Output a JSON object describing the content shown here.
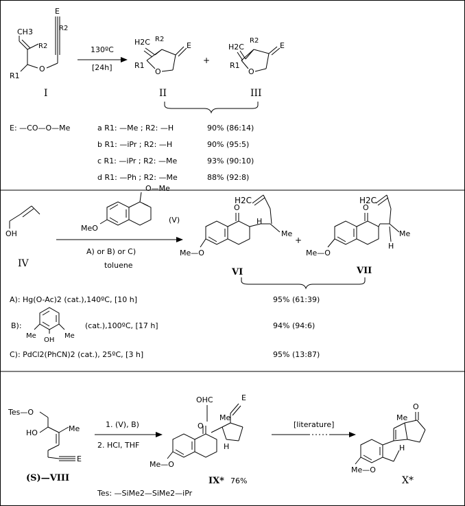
{
  "scheme1": {
    "reactant": {
      "label": "I",
      "ch3": "CH3",
      "r2": "R2",
      "e": "E",
      "r1": "R1",
      "o": "O"
    },
    "conditions": {
      "temp": "130ºC",
      "time": "[24h]"
    },
    "product_II": {
      "label": "II",
      "h2c": "H2C",
      "r2": "R2",
      "e": "E",
      "r1": "R1",
      "o": "O"
    },
    "plus": "+",
    "product_III": {
      "label": "III",
      "h2c": "H2C",
      "r2": "R2",
      "e": "E",
      "r1": "R1",
      "o": "O"
    },
    "e_def": "E: —CO—O—Me",
    "entries": [
      {
        "text": "a R1: —Me ; R2: —H",
        "yield": "90% (86:14)"
      },
      {
        "text": "b R1: —iPr ; R2: —H",
        "yield": "90% (95:5)"
      },
      {
        "text": "c R1: —iPr ; R2: —Me",
        "yield": "93% (90:10)"
      },
      {
        "text": "d R1: —Ph ; R2: —Me",
        "yield": "88% (92:8)"
      }
    ]
  },
  "scheme2": {
    "reactant_IV": {
      "label": "IV",
      "oh": "OH"
    },
    "reagent_V": {
      "label": "(V)",
      "ome_top": "O—Me",
      "meo": "MeO"
    },
    "conditions": {
      "line1": "A) or B) or C)",
      "line2": "toluene"
    },
    "product_VI": {
      "label": "VI",
      "h2c": "H2C",
      "o": "O",
      "h": "H",
      "me": "Me",
      "meo": "Me—O"
    },
    "plus": "+",
    "product_VII": {
      "label": "VII",
      "h2c": "H2C",
      "o": "O",
      "h": "H",
      "me": "Me",
      "meo": "Me—O"
    },
    "conditions_list": [
      {
        "text": "A): Hg(O-Ac)2 (cat.),140ºC, [10 h]",
        "yield": "95% (61:39)"
      },
      {
        "text": "(cat.),100ºC, [17 h]",
        "prefix": "B):",
        "me1": "Me",
        "me2": "Me",
        "oh": "OH",
        "yield": "94% (94:6)"
      },
      {
        "text": "C): PdCl2(PhCN)2 (cat.), 25ºC, [3 h]",
        "yield": "95% (13:87)"
      }
    ]
  },
  "scheme3": {
    "start": {
      "label": "(S)—VIII",
      "tes": "Tes—O",
      "ho": "HO",
      "me": "Me",
      "e": "E"
    },
    "step_conditions": {
      "line1": "1. (V), B)",
      "line2": "2. HCl, THF"
    },
    "product_IX": {
      "label": "IX*",
      "yield": "76%",
      "ohc": "OHC",
      "me": "Me",
      "e": "E",
      "o": "O",
      "h": "H",
      "meo": "Me—O"
    },
    "literature": "[literature]",
    "product_X": {
      "label": "X*",
      "me": "Me",
      "o": "O",
      "h": "H",
      "meo": "Me—O"
    },
    "tes_def": "Tes: —SiMe2—SiMe2—iPr"
  }
}
